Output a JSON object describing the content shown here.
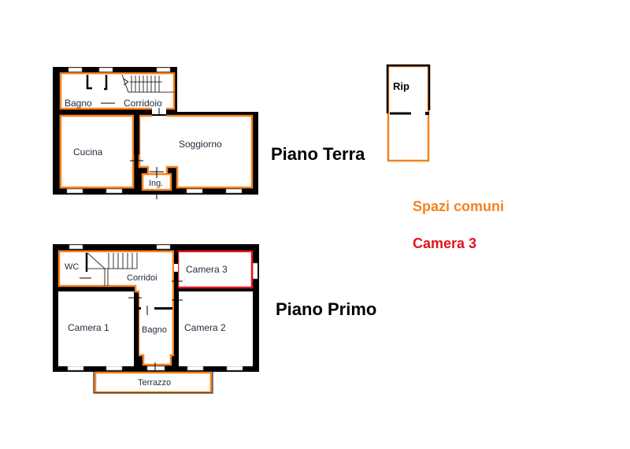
{
  "colors": {
    "common_spaces": "#f58220",
    "camera3": "#e0141e",
    "walls": "#000000",
    "label_text": "#1f2a3a"
  },
  "floors": [
    {
      "heading": "Piano Terra",
      "rooms": [
        "Bagno",
        "Corridoio",
        "Cucina",
        "Soggiorno",
        "Ing."
      ],
      "annex": "Rip"
    },
    {
      "heading": "Piano Primo",
      "rooms": [
        "WC",
        "Corridoi",
        "Camera 3",
        "Camera 1",
        "Bagno",
        "Camera 2",
        "Terrazzo"
      ]
    }
  ],
  "legend": {
    "items": [
      {
        "label": "Spazi comuni",
        "color": "#f58220"
      },
      {
        "label": "Camera 3",
        "color": "#e0141e"
      }
    ]
  }
}
